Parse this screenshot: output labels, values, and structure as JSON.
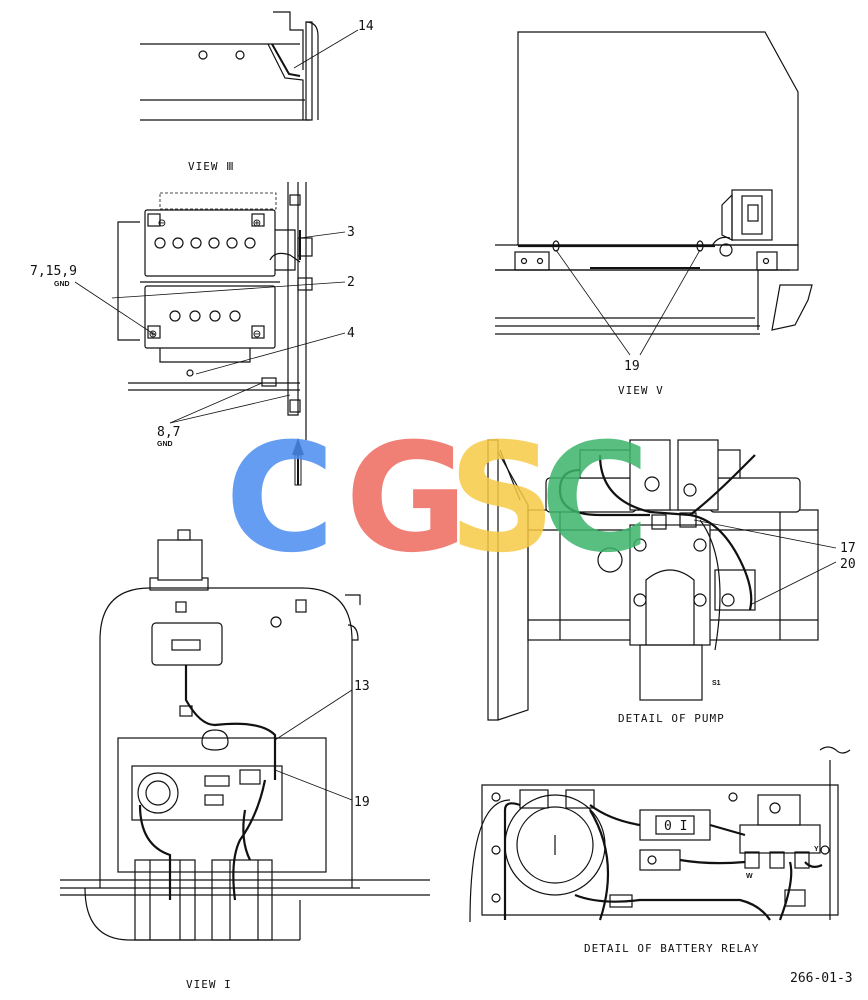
{
  "labels": {
    "n14": "14",
    "n3": "3",
    "n2": "2",
    "n7159": "7,15,9",
    "gnd1": "GND",
    "n4": "4",
    "n87": "8,7",
    "gnd2": "GND",
    "n19a": "19",
    "n17": "17",
    "n20": "20",
    "n13": "13",
    "n19b": "19",
    "minus_top": "⊖",
    "plus_top": "⊕",
    "plus_bot": "⊕",
    "minus_bot": "⊖",
    "relay_code": "0 I",
    "relay_w": "W",
    "relay_y": "Y",
    "pump_s1": "S1"
  },
  "captions": {
    "view3": "VIEW Ⅲ",
    "view5": "VIEW V",
    "pump": "DETAIL OF PUMP",
    "relay": "DETAIL OF BATTERY RELAY",
    "view1": "VIEW I",
    "drawing_no": "266-01-3"
  },
  "watermark": {
    "letters": [
      "C",
      "G",
      "S",
      "C"
    ],
    "colors": [
      "#4A8CF0",
      "#EE6A5E",
      "#F6CB46",
      "#3DB56C"
    ]
  }
}
